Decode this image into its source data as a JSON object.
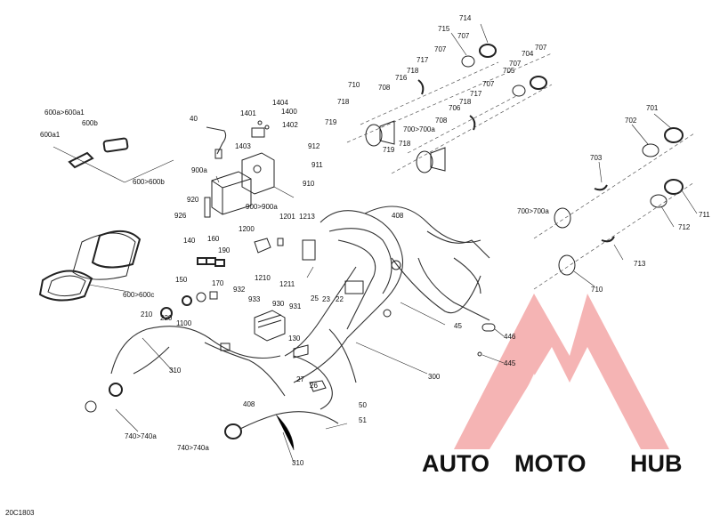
{
  "diagram": {
    "drawing_code": "20C1803",
    "parts": [
      {
        "ref": "714"
      },
      {
        "ref": "715"
      },
      {
        "ref": "707a"
      },
      {
        "ref": "707b"
      },
      {
        "ref": "707c"
      },
      {
        "ref": "707d"
      },
      {
        "ref": "704"
      },
      {
        "ref": "705"
      },
      {
        "ref": "717a"
      },
      {
        "ref": "717b"
      },
      {
        "ref": "718a"
      },
      {
        "ref": "718b"
      },
      {
        "ref": "718c"
      },
      {
        "ref": "718d"
      },
      {
        "ref": "716"
      },
      {
        "ref": "708a"
      },
      {
        "ref": "708b"
      },
      {
        "ref": "710a"
      },
      {
        "ref": "710b"
      },
      {
        "ref": "719a"
      },
      {
        "ref": "719b"
      },
      {
        "ref": "706"
      },
      {
        "ref": "700>700a"
      }
    ],
    "labels": [
      {
        "id": "l714",
        "text": "714"
      },
      {
        "id": "l715",
        "text": "715"
      },
      {
        "id": "l707a",
        "text": "707"
      },
      {
        "id": "l707b",
        "text": "707"
      },
      {
        "id": "l707c",
        "text": "707"
      },
      {
        "id": "l707d",
        "text": "707"
      },
      {
        "id": "l707e",
        "text": "707"
      },
      {
        "id": "l704",
        "text": "704"
      },
      {
        "id": "l705",
        "text": "705"
      },
      {
        "id": "l717a",
        "text": "717"
      },
      {
        "id": "l717b",
        "text": "717"
      },
      {
        "id": "l718a",
        "text": "718"
      },
      {
        "id": "l718b",
        "text": "718"
      },
      {
        "id": "l718c",
        "text": "718"
      },
      {
        "id": "l718d",
        "text": "718"
      },
      {
        "id": "l716",
        "text": "716"
      },
      {
        "id": "l708a",
        "text": "708"
      },
      {
        "id": "l708b",
        "text": "708"
      },
      {
        "id": "l710a",
        "text": "710"
      },
      {
        "id": "l710b",
        "text": "710"
      },
      {
        "id": "l719a",
        "text": "719"
      },
      {
        "id": "l719b",
        "text": "719"
      },
      {
        "id": "l706",
        "text": "706"
      },
      {
        "id": "l700a",
        "text": "700>700a"
      },
      {
        "id": "l701",
        "text": "701"
      },
      {
        "id": "l702",
        "text": "702"
      },
      {
        "id": "l703",
        "text": "703"
      },
      {
        "id": "l700b",
        "text": "700>700a"
      },
      {
        "id": "l711",
        "text": "711"
      },
      {
        "id": "l712",
        "text": "712"
      },
      {
        "id": "l713",
        "text": "713"
      },
      {
        "id": "l600a1",
        "text": "600a>600a1"
      },
      {
        "id": "l600b",
        "text": "600b"
      },
      {
        "id": "l600a1b",
        "text": "600a1"
      },
      {
        "id": "l600_600b",
        "text": "600>600b"
      },
      {
        "id": "l40",
        "text": "40"
      },
      {
        "id": "l1401",
        "text": "1401"
      },
      {
        "id": "l1404",
        "text": "1404"
      },
      {
        "id": "l1400",
        "text": "1400"
      },
      {
        "id": "l1402",
        "text": "1402"
      },
      {
        "id": "l1403",
        "text": "1403"
      },
      {
        "id": "l912",
        "text": "912"
      },
      {
        "id": "l911",
        "text": "911"
      },
      {
        "id": "l910",
        "text": "910"
      },
      {
        "id": "l900a",
        "text": "900a"
      },
      {
        "id": "l920",
        "text": "920"
      },
      {
        "id": "l900_900a",
        "text": "900>900a"
      },
      {
        "id": "l926",
        "text": "926"
      },
      {
        "id": "l1200",
        "text": "1200"
      },
      {
        "id": "l1201",
        "text": "1201"
      },
      {
        "id": "l1213",
        "text": "1213"
      },
      {
        "id": "l1210",
        "text": "1210"
      },
      {
        "id": "l1211",
        "text": "1211"
      },
      {
        "id": "l408a",
        "text": "408"
      },
      {
        "id": "l408b",
        "text": "408"
      },
      {
        "id": "l140",
        "text": "140"
      },
      {
        "id": "l160",
        "text": "160"
      },
      {
        "id": "l190",
        "text": "190"
      },
      {
        "id": "l150",
        "text": "150"
      },
      {
        "id": "l170",
        "text": "170"
      },
      {
        "id": "l600_600c",
        "text": "600>600c"
      },
      {
        "id": "l210",
        "text": "210"
      },
      {
        "id": "l220",
        "text": "220"
      },
      {
        "id": "l1100",
        "text": "1100"
      },
      {
        "id": "l932",
        "text": "932"
      },
      {
        "id": "l933",
        "text": "933"
      },
      {
        "id": "l930",
        "text": "930"
      },
      {
        "id": "l931",
        "text": "931"
      },
      {
        "id": "l25",
        "text": "25"
      },
      {
        "id": "l23",
        "text": "23"
      },
      {
        "id": "l22",
        "text": "22"
      },
      {
        "id": "l45",
        "text": "45"
      },
      {
        "id": "l446",
        "text": "446"
      },
      {
        "id": "l445",
        "text": "445"
      },
      {
        "id": "l130",
        "text": "130"
      },
      {
        "id": "l310a",
        "text": "310"
      },
      {
        "id": "l310b",
        "text": "310"
      },
      {
        "id": "l300",
        "text": "300"
      },
      {
        "id": "l27",
        "text": "27"
      },
      {
        "id": "l26",
        "text": "26"
      },
      {
        "id": "l50",
        "text": "50"
      },
      {
        "id": "l51",
        "text": "51"
      },
      {
        "id": "l740a",
        "text": "740>740a"
      },
      {
        "id": "l740b",
        "text": "740>740a"
      },
      {
        "id": "lcode",
        "text": "20C1803"
      }
    ]
  },
  "watermark": {
    "word_a": "AUTO",
    "word_b": "MOTO",
    "word_c": "HUB",
    "color_a": "#f5c06a",
    "color_b": "#f28a8a",
    "color_c": "#8a8a8a",
    "logo_color": "#f08a8a"
  }
}
